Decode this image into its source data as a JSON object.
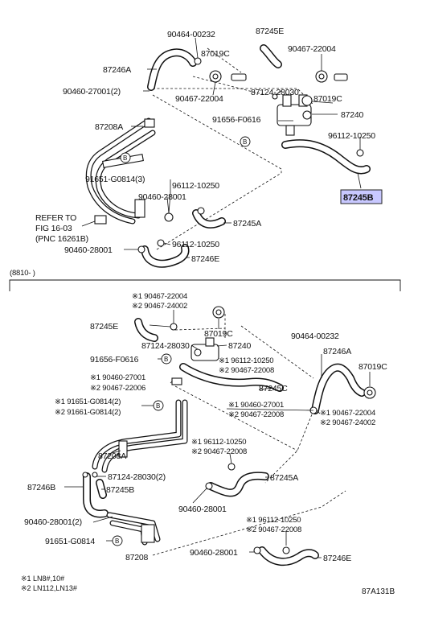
{
  "top": {
    "p_90464_00232": "90464-00232",
    "p_87245E": "87245E",
    "p_87019C_a": "87019C",
    "p_90467_22004_a": "90467-22004",
    "p_87246A": "87246A",
    "p_90460_27001": "90460-27001(2)",
    "p_90467_22004_b": "90467-22004",
    "p_87124_28030": "87124-28030",
    "p_87019C_b": "87019C",
    "p_87240": "87240",
    "p_87208A": "87208A",
    "p_91656_F0616": "91656-F0616",
    "p_96112_10250_a": "96112-10250",
    "p_87245B": "87245B",
    "p_91651_G0814": "91651-G0814(3)",
    "p_96112_10250_b": "96112-10250",
    "p_90460_28001_a": "90460-28001",
    "p_87245A": "87245A",
    "refer_1": "REFER TO",
    "refer_2": "FIG 16-03",
    "refer_3": "(PNC 16261B)",
    "p_96112_10250_c": "96112-10250",
    "p_90460_28001_b": "90460-28001",
    "p_87246E": "87246E"
  },
  "date_range": "(8810-    )",
  "bottom": {
    "r1_a": "※1 90467-22004",
    "r1_b": "※2 90467-24002",
    "p_87245E": "87245E",
    "p_87019C_a": "87019C",
    "p_87124_28030": "87124-28030",
    "p_87240": "87240",
    "p_90464_00232": "90464-00232",
    "p_91656_F0616": "91656-F0616",
    "r2_a": "※1 96112-10250",
    "r2_b": "※2 90467-22008",
    "p_87246A": "87246A",
    "p_87019C_b": "87019C",
    "r3_a": "※1 90460-27001",
    "r3_b": "※2 90467-22006",
    "p_87245C": "87245C",
    "r4_a": "※1 91651-G0814(2)",
    "r4_b": "※2 91661-G0814(2)",
    "r5_a": "※1 90460-27001",
    "r5_b": "※2 90467-22008",
    "r6_a": "※1 90467-22004",
    "r6_b": "※2 90467-24002",
    "p_87208A": "87208A",
    "r7_a": "※1 96112-10250",
    "r7_b": "※2 90467-22008",
    "p_87124_28030_2": "87124-28030(2)",
    "p_87245A": "87245A",
    "p_87246B": "87246B",
    "p_87245B": "87245B",
    "p_90460_28001_2": "90460-28001(2)",
    "p_90460_28001": "90460-28001",
    "r8_a": "※1 96112-10250",
    "r8_b": "※2 90467-22008",
    "p_91651_G0814": "91651-G0814",
    "p_87208": "87208",
    "p_90460_28001_c": "90460-28001",
    "p_87246E": "87246E"
  },
  "notes": {
    "n1": "※1 LN8#,10#",
    "n2": "※2 LN112,LN13#",
    "code": "87A131B"
  },
  "bolt_marker": "B"
}
